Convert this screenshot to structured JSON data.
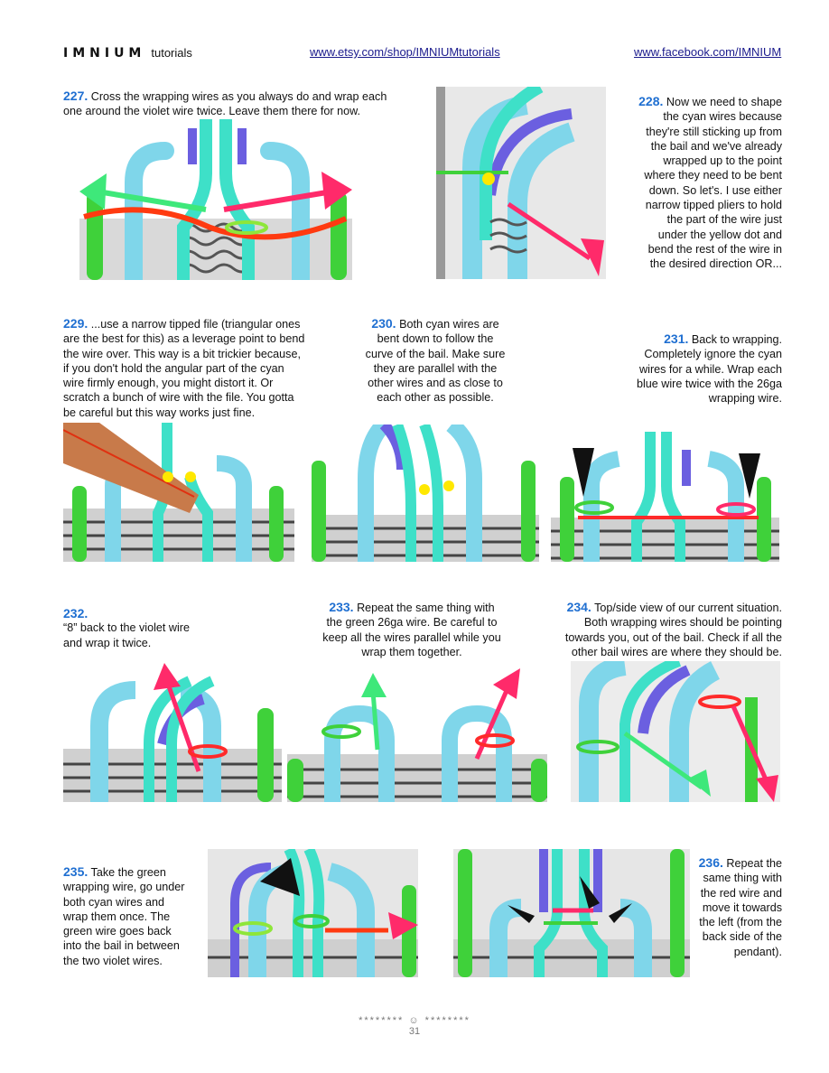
{
  "header": {
    "brand_name": "IMNIUM",
    "brand_suffix": "tutorials",
    "etsy_link": "www.etsy.com/shop/IMNIUMtutorials",
    "facebook_link": "www.facebook.com/IMNIUM"
  },
  "steps": [
    {
      "num": "227.",
      "text": "Cross the wrapping wires as you always do and wrap each one around the violet wire twice. Leave them there for now."
    },
    {
      "num": "228.",
      "text": "Now we need to shape the cyan wires because they're still sticking up from the bail and we've already wrapped up to the point where they need to be bent down. So let's. I use either narrow tipped pliers to hold the part of the wire just under the yellow dot and bend the rest of the wire in the desired direction OR..."
    },
    {
      "num": "229.",
      "text": "...use a narrow tipped file (triangular ones are the best for this) as a leverage point to bend the wire over. This way is a bit trickier because, if you don't hold the angular part of the cyan wire firmly enough, you might distort it. Or scratch a bunch of wire with the file. You gotta be careful but this way works just fine."
    },
    {
      "num": "230.",
      "text": "Both cyan wires are bent down to follow the curve of the bail. Make sure they are parallel with the other wires and as close to each other as possible."
    },
    {
      "num": "231.",
      "text": "Back to wrapping. Completely ignore the cyan wires for a while. Wrap each blue wire twice with the 26ga wrapping wire."
    },
    {
      "num": "232.",
      "text": "“8” back to the violet wire and wrap it twice."
    },
    {
      "num": "233.",
      "text": "Repeat the same thing with the green 26ga wire. Be careful to keep all the wires parallel while you wrap them together."
    },
    {
      "num": "234.",
      "text": "Top/side view of our current situation. Both wrapping wires should be pointing towards you, out of the bail. Check if all the other bail wires are where they should be."
    },
    {
      "num": "235.",
      "text": "Take the green wrapping wire, go under both cyan wires and wrap them once. The green wire goes back into the bail in between the two violet wires."
    },
    {
      "num": "236.",
      "text": "Repeat the same thing with the red wire and move it towards the left (from the back side of the pendant)."
    }
  ],
  "footer": {
    "ornament": "******** ☺ ********",
    "page_number": "31"
  },
  "colors": {
    "step_number": "#1f6fd1",
    "cyan_wire": "#7fd6ea",
    "teal_wire": "#3ee0c8",
    "green_wire": "#3fd13a",
    "violet_wire": "#6b5fe0",
    "red_wire": "#ff2a2a",
    "pink_arrow": "#ff2a6a",
    "yellow_dot": "#ffe800"
  }
}
